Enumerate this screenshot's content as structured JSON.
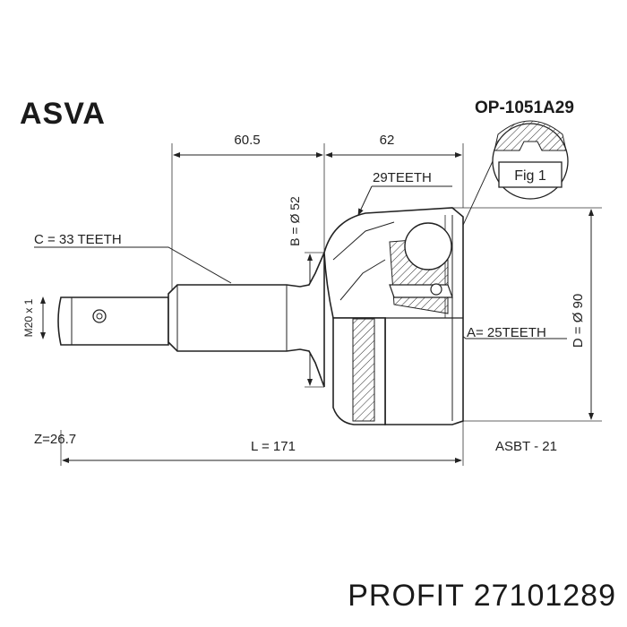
{
  "header": {
    "brand": "ASVA",
    "part_number": "OP-1051A29"
  },
  "dimensions": {
    "top_left": "60.5",
    "top_right": "62",
    "outer_teeth": "29TEETH",
    "spline_c": "C = 33 TEETH",
    "diameter_b": "B = Ø 52",
    "thread": "M20 x 1",
    "abs_teeth": "A= 25TEETH",
    "diameter_d": "D = Ø 90",
    "z": "Z=26.7",
    "length": "L = 171",
    "abs_ref": "ASBT - 21",
    "fig": "Fig 1"
  },
  "footer": {
    "label": "PROFIT 27101289"
  }
}
